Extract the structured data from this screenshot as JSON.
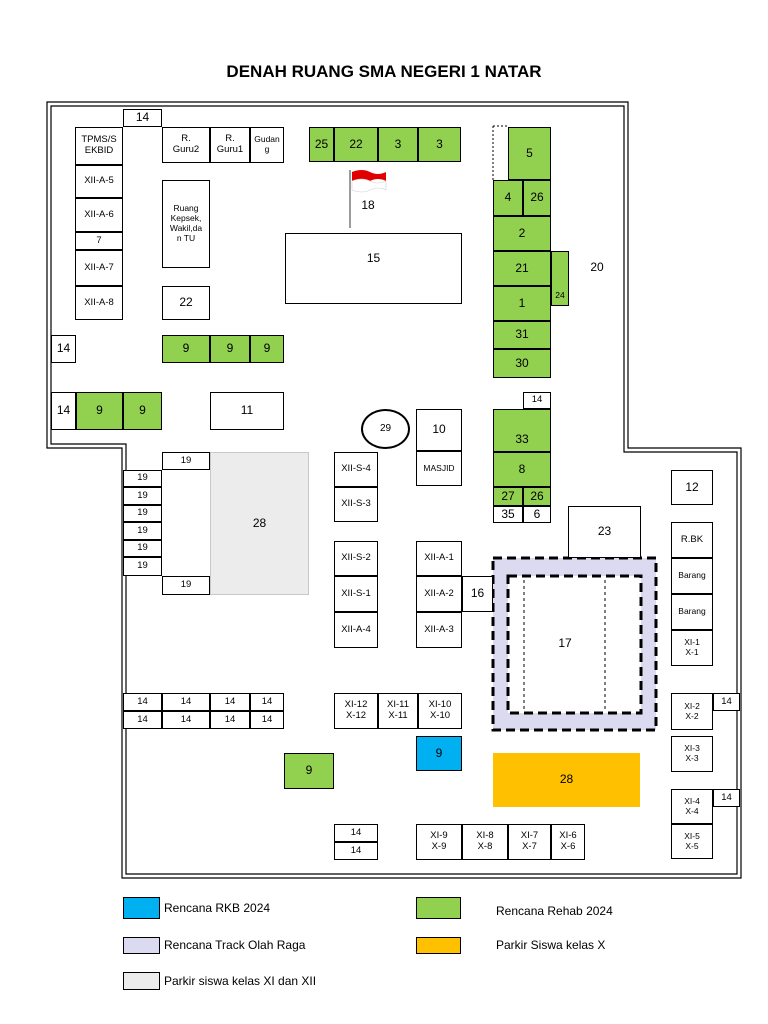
{
  "title": "DENAH RUANG SMA NEGERI 1 NATAR",
  "rooms": {
    "r14_top": "14",
    "tpms": [
      "TPMS/S",
      "EKBID"
    ],
    "rguru2": [
      "R.",
      "Guru2"
    ],
    "rguru1": [
      "R.",
      "Guru1"
    ],
    "gudang": [
      "Gudan",
      "g"
    ],
    "r25": "25",
    "r22_top": "22",
    "r3a": "3",
    "r3b": "3",
    "r5": "5",
    "r4": "4",
    "r26_top": "26",
    "r2": "2",
    "r21": "21",
    "r1": "1",
    "r24": "24",
    "r31": "31",
    "r30": "30",
    "r20": "20",
    "r18": "18",
    "xiia5": "XII-A-5",
    "xiia6": "XII-A-6",
    "r7": "7",
    "xiia7": "XII-A-7",
    "xiia8": "XII-A-8",
    "kepsek": [
      "Ruang",
      "Kepsek,",
      "Wakil,da",
      "n TU"
    ],
    "r15": "15",
    "r22_mid": "22",
    "r14_left1": "14",
    "r9a": "9",
    "r9b": "9",
    "r9c": "9",
    "r14_left2": "14",
    "r9d": "9",
    "r9e": "9",
    "r11": "11",
    "r29": "29",
    "r10": "10",
    "masjid": "MASJID",
    "r14_right": "14",
    "r33": "33",
    "r8": "8",
    "r27": "27",
    "r26_low": "26",
    "r35": "35",
    "r6": "6",
    "r19_list": [
      "19",
      "19",
      "19",
      "19",
      "19",
      "19"
    ],
    "r19_top": "19",
    "r19_bot": "19",
    "r28_grey": "28",
    "xiis4": "XII-S-4",
    "xiis3": "XII-S-3",
    "xiis2": "XII-S-2",
    "xiis1": "XII-S-1",
    "xiia4": "XII-A-4",
    "xiia1": "XII-A-1",
    "xiia2": "XII-A-2",
    "xiia3": "XII-A-3",
    "r16": "16",
    "r23": "23",
    "r17": "17",
    "r12": "12",
    "rbk": "R.BK",
    "barang1": "Barang",
    "barang2": "Barang",
    "x1": [
      "XI-1",
      "X-1"
    ],
    "x2": [
      "XI-2",
      "X-2"
    ],
    "x3": [
      "XI-3",
      "X-3"
    ],
    "x4": [
      "XI-4",
      "X-4"
    ],
    "x5": [
      "XI-5",
      "X-5"
    ],
    "r14_x2": "14",
    "r14_x4": "14",
    "r14_row1": [
      "14",
      "14",
      "14",
      "14"
    ],
    "r14_row2": [
      "14",
      "14",
      "14",
      "14"
    ],
    "xi12": [
      "XI-12",
      "X-12"
    ],
    "xi11": [
      "XI-11",
      "X-11"
    ],
    "xi10": [
      "XI-10",
      "X-10"
    ],
    "r9_blue": "9",
    "r9_bottom": "9",
    "r28_orange": "28",
    "r14_pair": [
      "14",
      "14"
    ],
    "xi9": [
      "XI-9",
      "X-9"
    ],
    "xi8": [
      "XI-8",
      "X-8"
    ],
    "xi7": [
      "XI-7",
      "X-7"
    ],
    "xi6": [
      "XI-6",
      "X-6"
    ]
  },
  "legend": {
    "rkb": "Rencana RKB 2024",
    "rehab": "Rencana Rehab 2024",
    "track": "Rencana Track Olah Raga",
    "parkir_x": "Parkir Siswa kelas X",
    "parkir_xi_xii": "Parkir siswa kelas XI dan XII"
  },
  "colors": {
    "rehab_green": "#92d050",
    "rkb_blue": "#00b0f0",
    "parkir_orange": "#ffc000",
    "track_lavender": "#dcdaf0",
    "parkir_grey": "#ececec",
    "flag_red": "#e00000"
  },
  "icons": {
    "flag": "flag-icon"
  }
}
